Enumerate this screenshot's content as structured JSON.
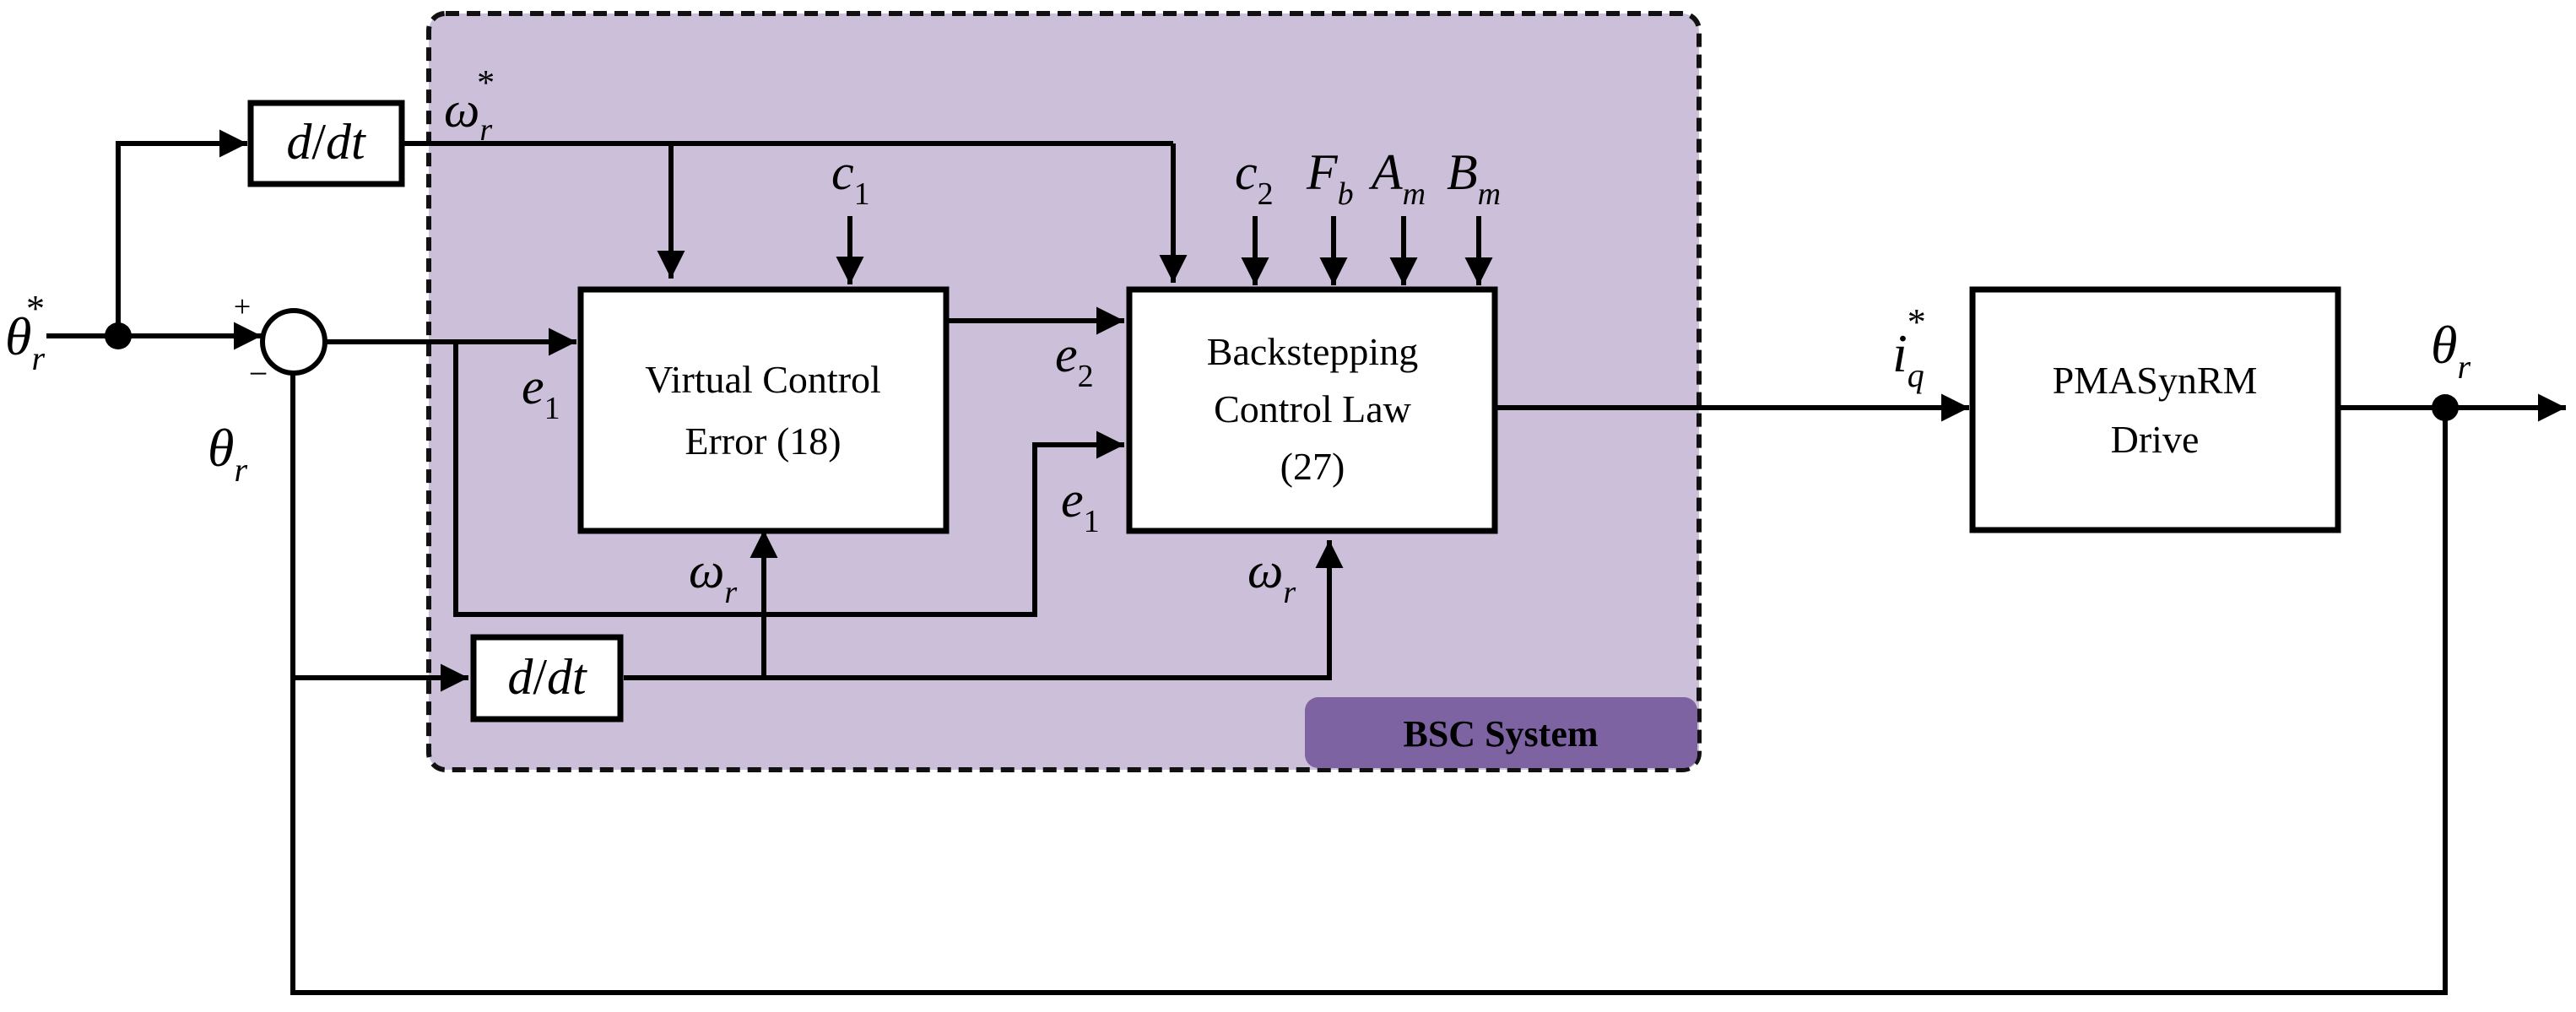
{
  "colors": {
    "region_fill": "#cbbfd9",
    "region_border": "#111111",
    "badge_fill": "#7d63a1",
    "line": "#000000",
    "box_fill": "#ffffff"
  },
  "region": {
    "label": "BSC System"
  },
  "blocks": {
    "derivative_top": {
      "d": "d",
      "slash": "/",
      "dt": "dt"
    },
    "derivative_bottom": {
      "d": "d",
      "slash": "/",
      "dt": "dt"
    },
    "virtual_control": {
      "line1": "Virtual Control",
      "line2": "Error (18)"
    },
    "backstepping": {
      "line1": "Backstepping",
      "line2": "Control Law",
      "line3": "(27)"
    },
    "drive": {
      "line1": "PMASynRM",
      "line2": "Drive"
    }
  },
  "summing_junction": {
    "plus": "+",
    "minus": "−"
  },
  "signals": {
    "theta_ref": {
      "base": "θ",
      "sub": "r",
      "sup": "*"
    },
    "theta_fb": {
      "base": "θ",
      "sub": "r"
    },
    "theta_out": {
      "base": "θ",
      "sub": "r"
    },
    "omega_ref": {
      "base": "ω",
      "sub": "r",
      "sup": "*"
    },
    "omega_vc": {
      "base": "ω",
      "sub": "r"
    },
    "omega_bs": {
      "base": "ω",
      "sub": "r"
    },
    "e1_vc": {
      "base": "e",
      "sub": "1"
    },
    "e1_bs": {
      "base": "e",
      "sub": "1"
    },
    "e2": {
      "base": "e",
      "sub": "2"
    },
    "c1": {
      "base": "c",
      "sub": "1"
    },
    "c2": {
      "base": "c",
      "sub": "2"
    },
    "fb": {
      "base": "F",
      "sub": "b"
    },
    "am": {
      "base": "A",
      "sub": "m"
    },
    "bm": {
      "base": "B",
      "sub": "m"
    },
    "iq": {
      "base": "i",
      "sub": "q",
      "sup": "*"
    }
  }
}
